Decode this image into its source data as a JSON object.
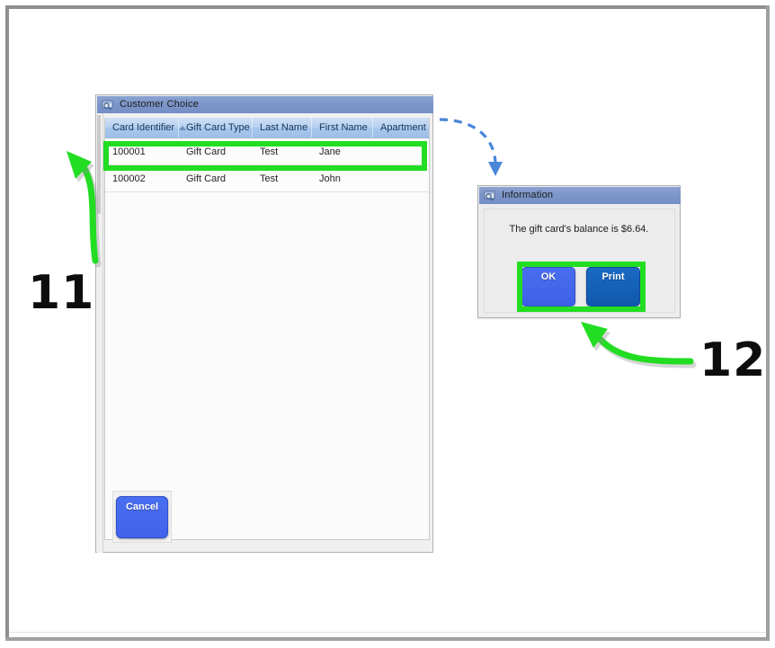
{
  "customer_window": {
    "title": "Customer Choice",
    "title_icon": "app-window-icon",
    "grid": {
      "columns": [
        {
          "label": "Card Identifier",
          "sort": "ascending"
        },
        {
          "label": "Gift Card Type",
          "sort": "none"
        },
        {
          "label": "Last Name",
          "sort": "none"
        },
        {
          "label": "First Name",
          "sort": "none"
        },
        {
          "label": "Apartment",
          "sort": "none"
        }
      ],
      "rows": [
        {
          "card_identifier": "100001",
          "gift_card_type": "Gift Card",
          "last_name": "Test",
          "first_name": "Jane",
          "apartment": ""
        },
        {
          "card_identifier": "100002",
          "gift_card_type": "Gift Card",
          "last_name": "Test",
          "first_name": "John",
          "apartment": ""
        }
      ]
    },
    "cancel_label": "Cancel"
  },
  "info_dialog": {
    "title": "Information",
    "title_icon": "app-window-icon",
    "message": "The gift card's balance is $6.64.",
    "ok_label": "OK",
    "print_label": "Print"
  },
  "annotations": {
    "step_11": "11",
    "step_12": "12",
    "highlight_color": "#22dd22",
    "flow_arrow_color": "#4a87d8",
    "number_color": "#0d0d0d"
  }
}
